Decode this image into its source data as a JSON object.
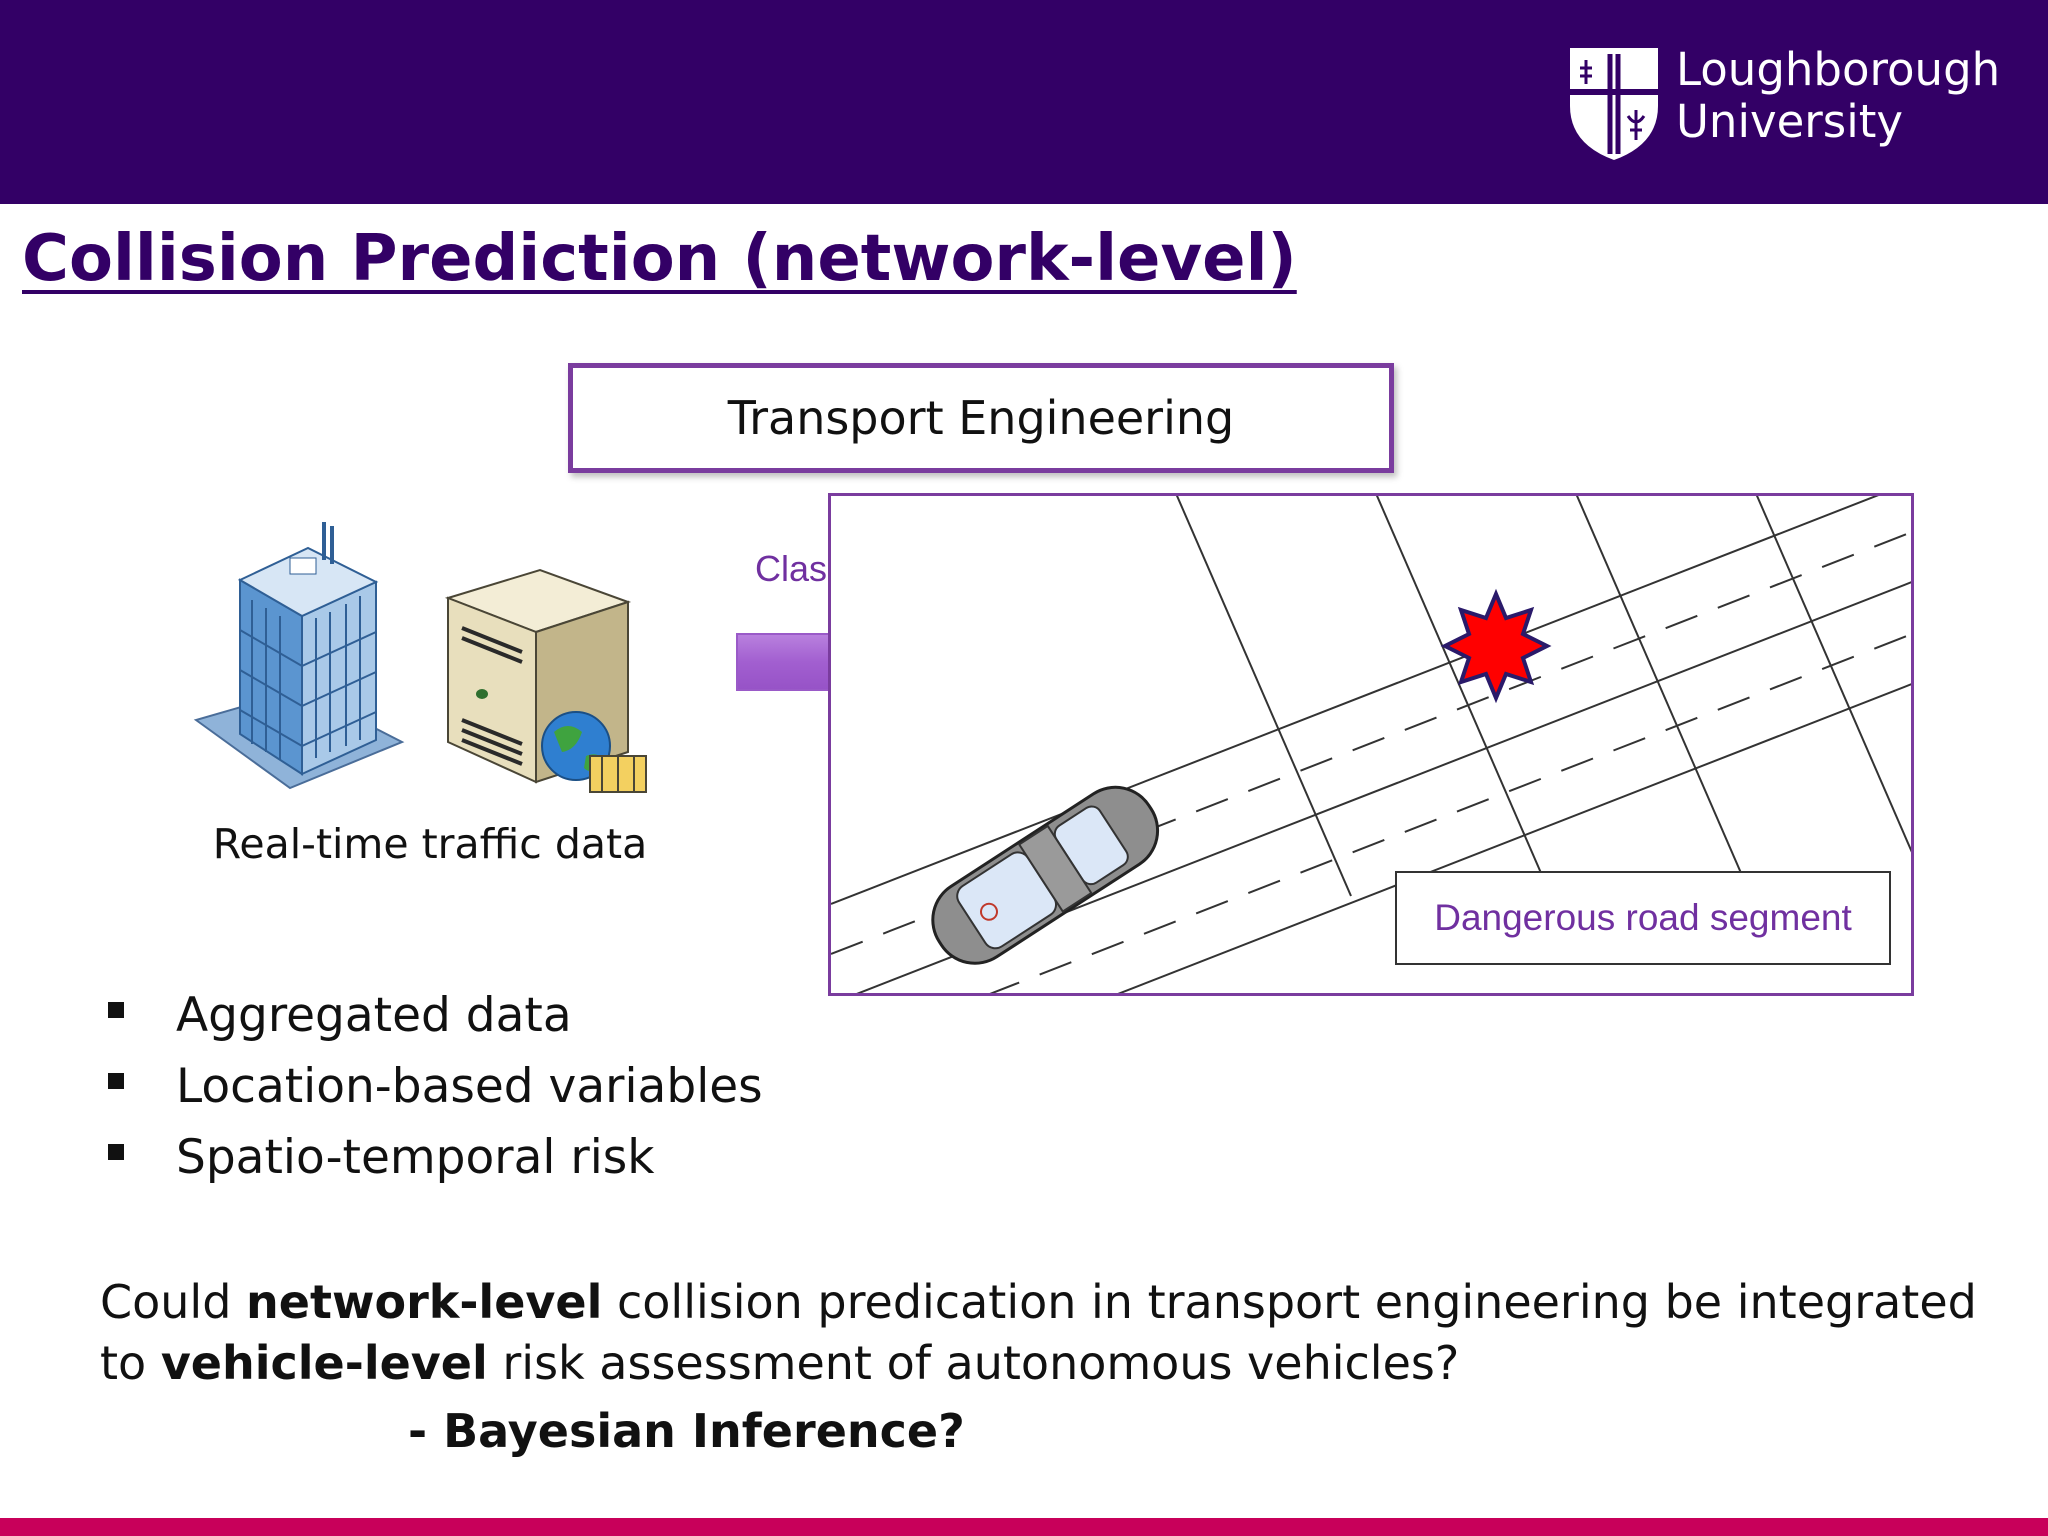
{
  "colors": {
    "header_bg": "#330066",
    "title": "#330066",
    "accent_purple": "#7030a0",
    "footer_bar": "#c8005a",
    "danger_star": "#ff0000"
  },
  "header": {
    "logo": {
      "line1": "Loughborough",
      "line2": "University",
      "icon": "university-crest-icon"
    }
  },
  "slide": {
    "title": "Collision Prediction (network-level)",
    "domain_box": "Transport Engineering",
    "data_caption": "Real-time traffic data",
    "classification_label": "Classification",
    "road_segment_label": "Dangerous road segment",
    "bullets": [
      "Aggregated data",
      "Location-based variables",
      "Spatio-temporal risk"
    ],
    "question": {
      "p1": "Could ",
      "b1": "network-level",
      "p2": " collision predication in transport engineering be integrated to ",
      "b2": "vehicle-level",
      "p3": " risk assessment of autonomous vehicles?"
    },
    "subquestion": "- Bayesian Inference?"
  },
  "icons": [
    "office-building-icon",
    "server-globe-icon",
    "arrow-right-icon",
    "car-icon",
    "collision-star-icon"
  ]
}
